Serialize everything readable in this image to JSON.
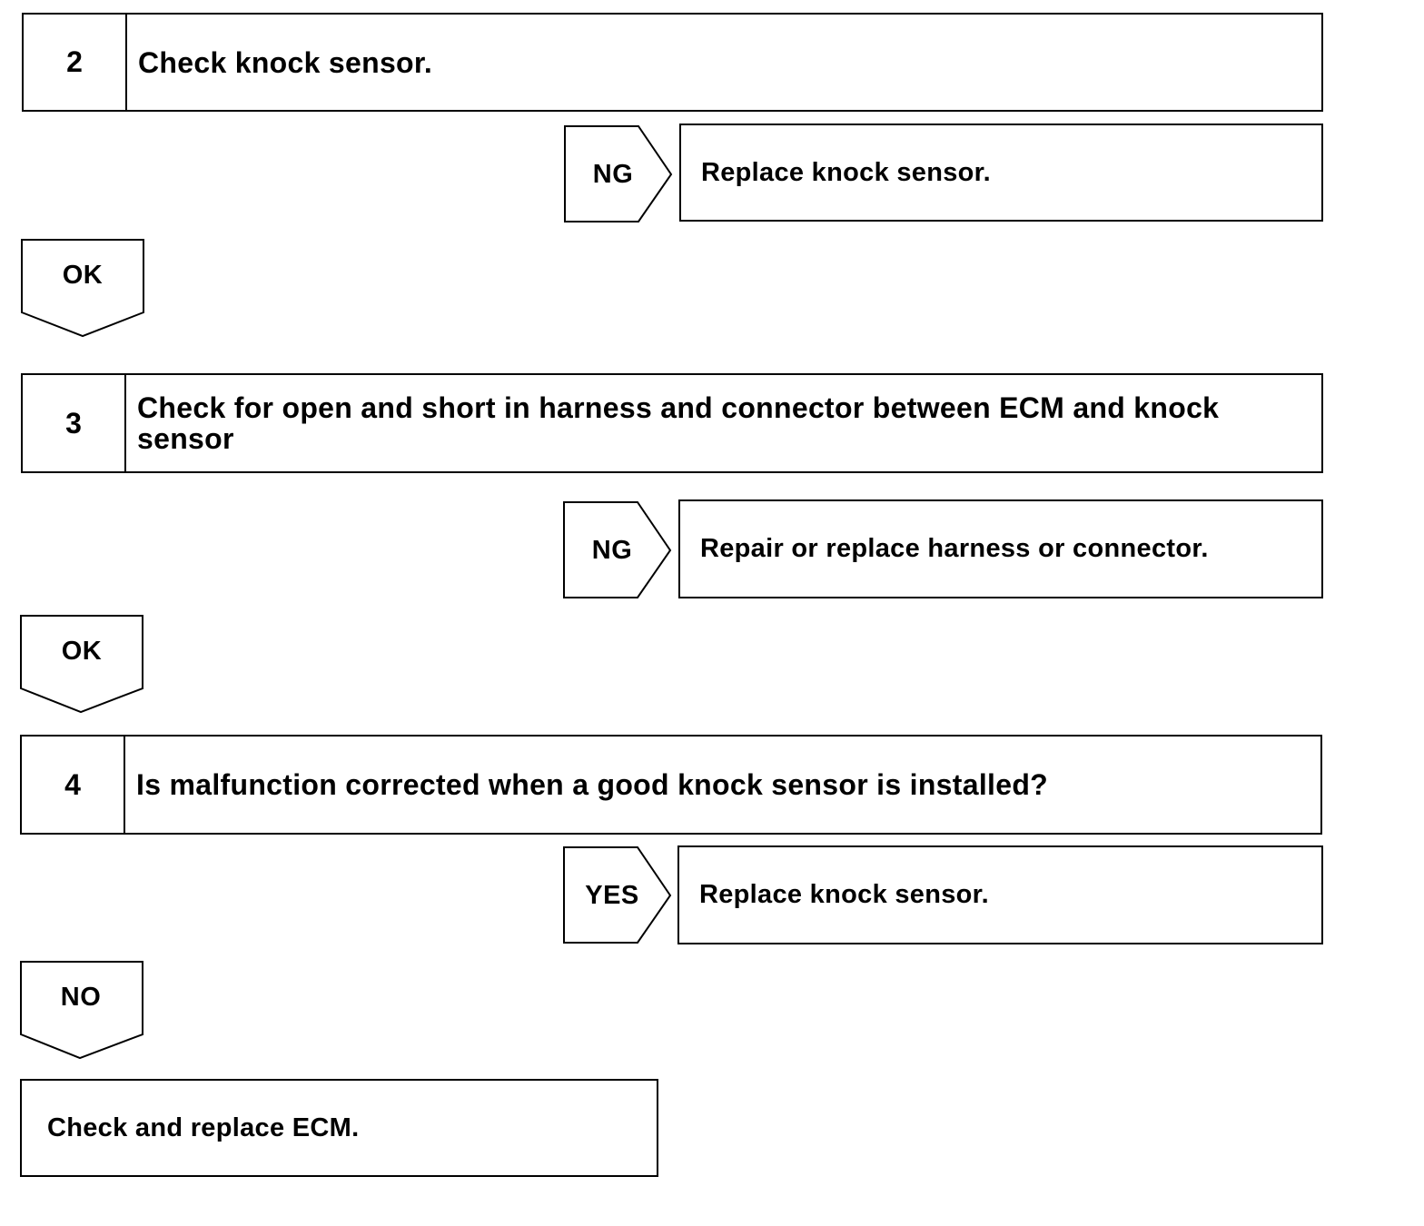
{
  "steps": [
    {
      "number": "2",
      "text": "Check knock sensor."
    },
    {
      "number": "3",
      "text": "Check for open and short in harness and connector between ECM and knock sensor"
    },
    {
      "number": "4",
      "text": "Is malfunction corrected when a good knock sensor is installed?"
    }
  ],
  "side_branches": [
    {
      "label": "NG",
      "result": "Replace knock sensor."
    },
    {
      "label": "NG",
      "result": "Repair or replace harness or connector."
    },
    {
      "label": "YES",
      "result": "Replace knock sensor."
    }
  ],
  "down_branches": [
    {
      "label": "OK"
    },
    {
      "label": "OK"
    },
    {
      "label": "NO"
    }
  ],
  "final_action": "Check and replace ECM."
}
